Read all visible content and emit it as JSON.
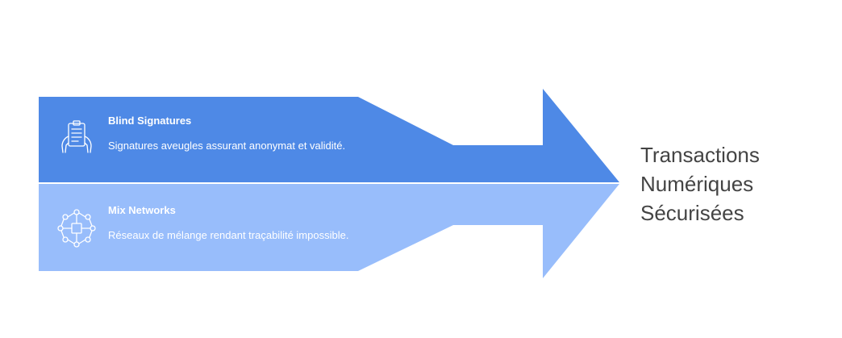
{
  "colors": {
    "band_top": "#4e89e6",
    "band_bottom": "#98bdfb",
    "text_on_band": "#ffffff",
    "result_text": "#444444"
  },
  "items": [
    {
      "title": "Blind Signatures",
      "description": "Signatures aveugles assurant anonymat et validité.",
      "icon": "clipboard-hands-icon"
    },
    {
      "title": "Mix Networks",
      "description": "Réseaux de mélange rendant traçabilité impossible.",
      "icon": "network-nodes-icon"
    }
  ],
  "result": {
    "lines": [
      "Transactions",
      "Numériques",
      "Sécurisées"
    ]
  }
}
